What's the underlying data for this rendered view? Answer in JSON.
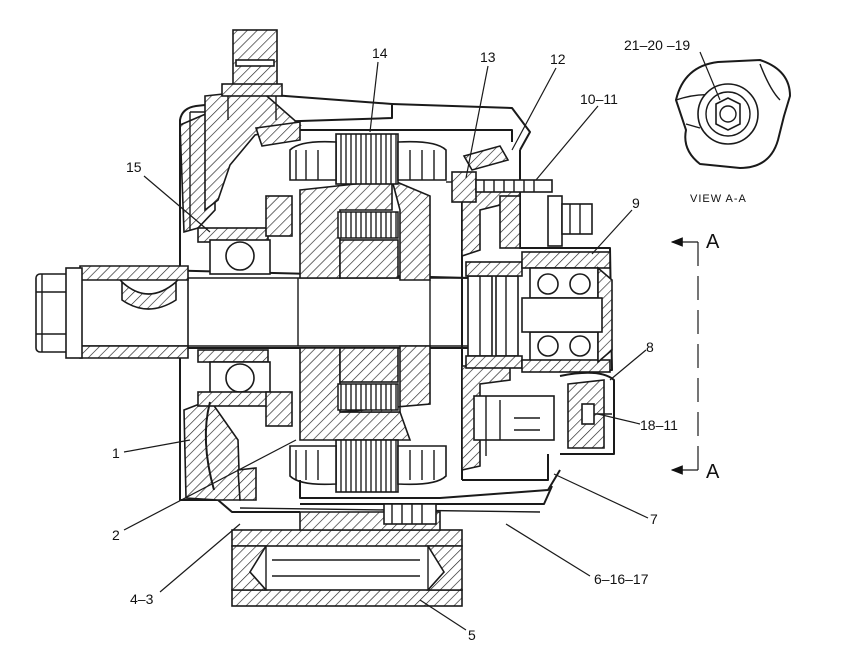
{
  "callouts": {
    "c14": "14",
    "c13": "13",
    "c12": "12",
    "c10_11": "10–11",
    "c15": "15",
    "c9": "9",
    "c8": "8",
    "c18_11": "18–11",
    "c1": "1",
    "c7": "7",
    "c2": "2",
    "c6_16_17": "6–16–17",
    "c4_3": "4–3",
    "c5": "5",
    "c21_20_19": "21–20 –19"
  },
  "section_marks": {
    "top": "A",
    "bottom": "A"
  },
  "detail_view": {
    "caption": "VIEW A-A"
  }
}
